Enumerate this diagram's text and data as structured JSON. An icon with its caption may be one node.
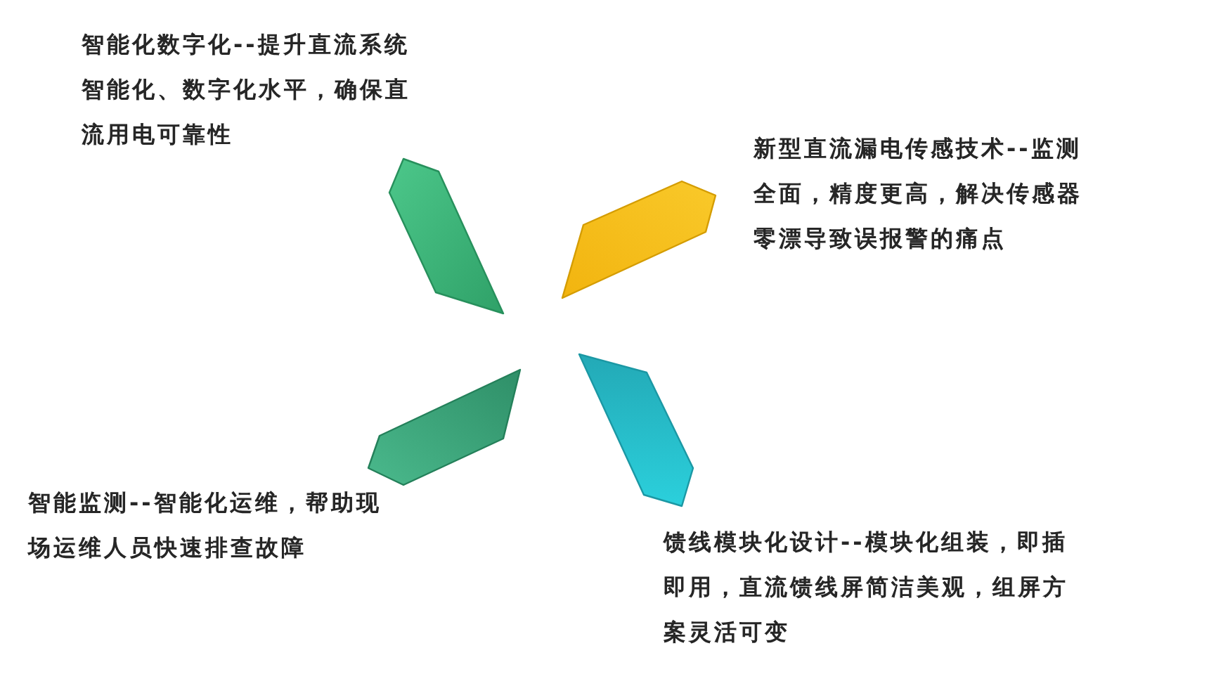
{
  "diagram": {
    "nodes": [
      {
        "text": [],
        "shape": "petal",
        "beside": [
          "智能化数字化--提升直流系统智能化、数字化水平，确保直流用电可靠性"
        ]
      },
      {
        "text": [],
        "shape": "petal",
        "beside": [
          "新型直流漏电传感技术--监测全面，精度更高，解决传感器零漂导致误报警的痛点"
        ]
      },
      {
        "text": [],
        "shape": "petal",
        "beside": [
          "智能监测--智能化运维，帮助现场运维人员快速排查故障"
        ]
      },
      {
        "text": [],
        "shape": "petal",
        "beside": [
          "馈线模块化设计--模块化组装，即插即用，直流馈线屏简洁美观，组屏方案灵活可变"
        ]
      }
    ]
  }
}
